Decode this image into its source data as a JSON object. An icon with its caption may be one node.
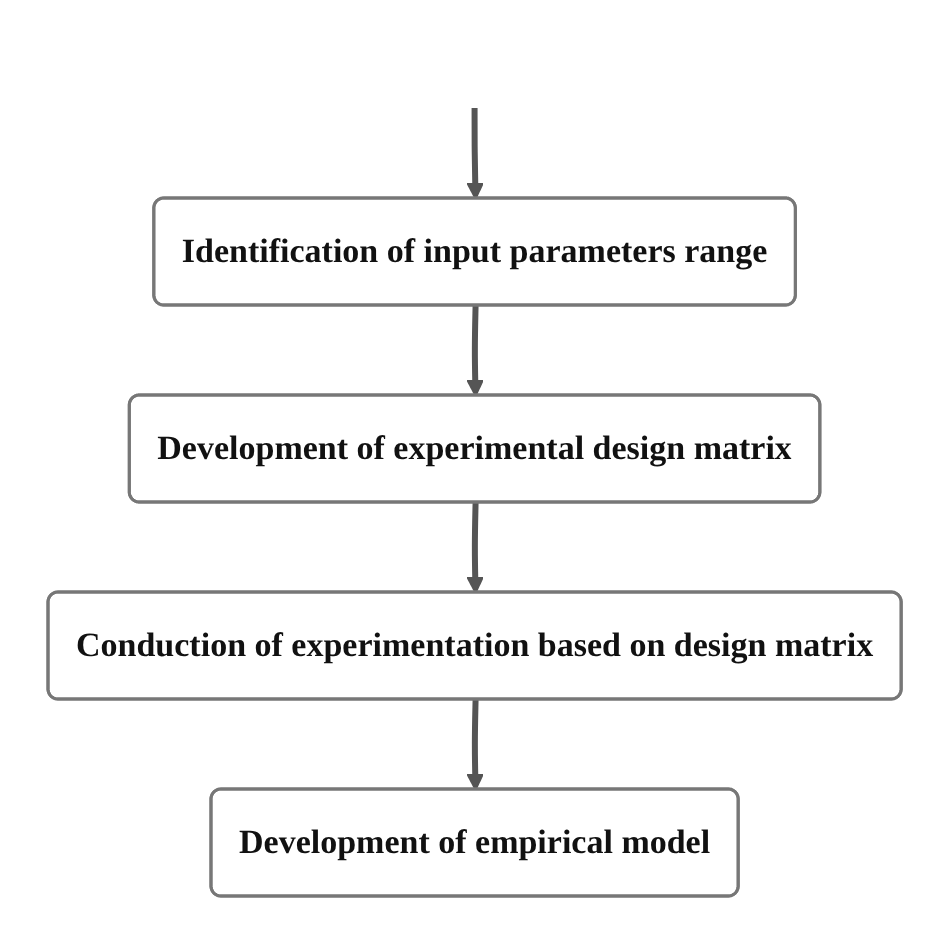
{
  "diagram": {
    "nodes": [
      {
        "text": [
          "Identification of input parameters range"
        ]
      },
      {
        "text": [
          "Development of experimental design matrix"
        ]
      },
      {
        "text": [
          "Conduction of experimentation based on design matrix"
        ]
      },
      {
        "text": [
          "Development of empirical model"
        ]
      }
    ],
    "edges": [
      {
        "from": null,
        "to": 0,
        "arrow": "to"
      },
      {
        "from": 0,
        "to": 1,
        "arrow": "to"
      },
      {
        "from": 1,
        "to": 2,
        "arrow": "to"
      },
      {
        "from": 2,
        "to": 3,
        "arrow": "to"
      }
    ]
  }
}
